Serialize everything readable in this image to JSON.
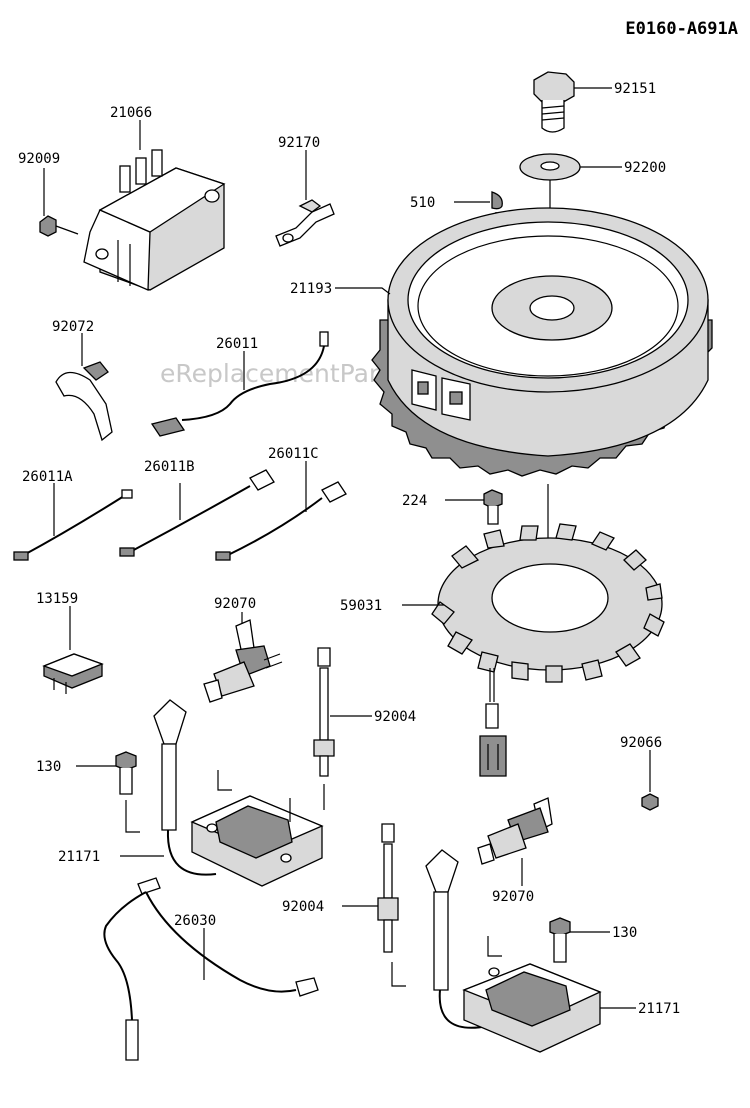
{
  "diagram_code": "E0160-A691A",
  "watermark": "eReplacementParts.com",
  "callouts": {
    "p92151": "92151",
    "p92200": "92200",
    "p510": "510",
    "p21193": "21193",
    "p21066": "21066",
    "p92009": "92009",
    "p92170": "92170",
    "p92072": "92072",
    "p26011": "26011",
    "p26011A": "26011A",
    "p26011B": "26011B",
    "p26011C": "26011C",
    "p224": "224",
    "p59031": "59031",
    "p13159": "13159",
    "p92070_top": "92070",
    "p92004_top": "92004",
    "p130_left": "130",
    "p92066": "92066",
    "p21171_left": "21171",
    "p26030": "26030",
    "p92004_bottom": "92004",
    "p92070_bottom": "92070",
    "p130_right": "130",
    "p21171_right": "21171"
  }
}
